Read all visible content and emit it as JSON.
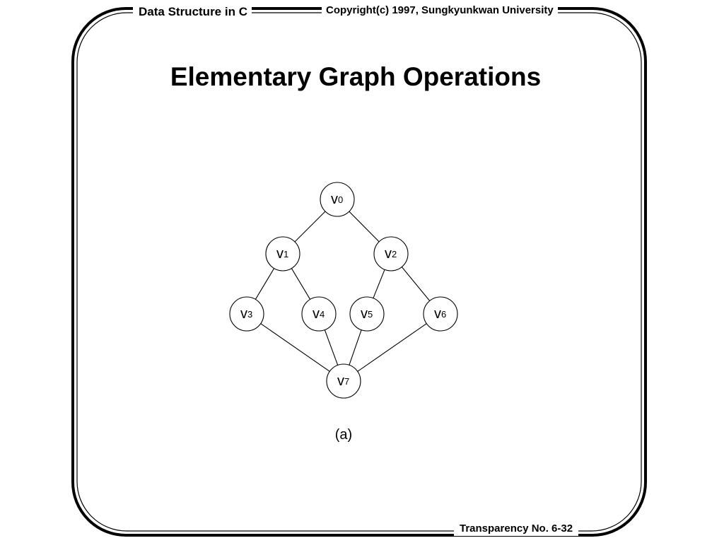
{
  "header": {
    "course": "Data Structure in C",
    "copyright": "Copyright(c) 1997, Sungkyunkwan University"
  },
  "slide": {
    "title": "Elementary Graph Operations",
    "caption": "(a)",
    "number": "Transparency  No. 6-32"
  },
  "graph": {
    "vertices": [
      {
        "id": "v0",
        "letter": "v",
        "index": "0"
      },
      {
        "id": "v1",
        "letter": "v",
        "index": "1"
      },
      {
        "id": "v2",
        "letter": "v",
        "index": "2"
      },
      {
        "id": "v3",
        "letter": "v",
        "index": "3"
      },
      {
        "id": "v4",
        "letter": "v",
        "index": "4"
      },
      {
        "id": "v5",
        "letter": "v",
        "index": "5"
      },
      {
        "id": "v6",
        "letter": "v",
        "index": "6"
      },
      {
        "id": "v7",
        "letter": "v",
        "index": "7"
      }
    ],
    "edges": [
      [
        "v0",
        "v1"
      ],
      [
        "v0",
        "v2"
      ],
      [
        "v1",
        "v3"
      ],
      [
        "v1",
        "v4"
      ],
      [
        "v2",
        "v5"
      ],
      [
        "v2",
        "v6"
      ],
      [
        "v3",
        "v7"
      ],
      [
        "v4",
        "v7"
      ],
      [
        "v5",
        "v7"
      ],
      [
        "v6",
        "v7"
      ]
    ]
  }
}
